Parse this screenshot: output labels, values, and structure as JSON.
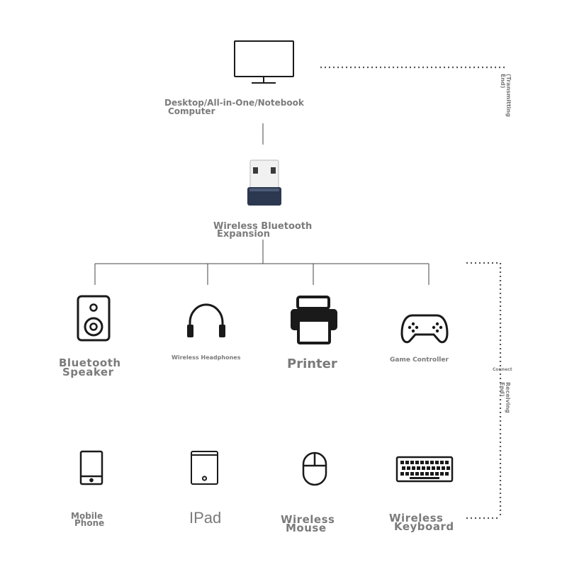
{
  "source": {
    "label_line1": "Desktop/All-in-One/Notebook",
    "label_line2": "Computer",
    "icon": "monitor-icon"
  },
  "adapter": {
    "label_line1": "Wireless Bluetooth",
    "label_line2": "Expansion",
    "icon": "usb-adapter-icon"
  },
  "side_labels": {
    "transmitting_line1": "(Transmitting",
    "transmitting_line2": "End)",
    "connect": "Connect",
    "receiving_line1": "Receiving",
    "receiving_line2": "End)"
  },
  "devices_row1": [
    {
      "line1": "Bluetooth",
      "line2": "Speaker",
      "icon": "speaker-icon"
    },
    {
      "line1": "Wireless Headphones",
      "line2": "",
      "icon": "headphones-icon"
    },
    {
      "line1": "Printer",
      "line2": "",
      "icon": "printer-icon"
    },
    {
      "line1": "Game Controller",
      "line2": "",
      "icon": "gamepad-icon"
    }
  ],
  "devices_row2": [
    {
      "line1": "Mobile",
      "line2": "Phone",
      "icon": "tablet-phone-icon"
    },
    {
      "line1": "IPad",
      "line2": "",
      "icon": "ipad-icon"
    },
    {
      "line1": "Wireless",
      "line2": "Mouse",
      "icon": "mouse-icon"
    },
    {
      "line1": "Wireless",
      "line2": "Keyboard",
      "icon": "keyboard-icon"
    }
  ],
  "colors": {
    "line": "#333333",
    "icon": "#1a1a1a",
    "label": "#7b7b7b",
    "adapter_body": "#2c3850"
  }
}
